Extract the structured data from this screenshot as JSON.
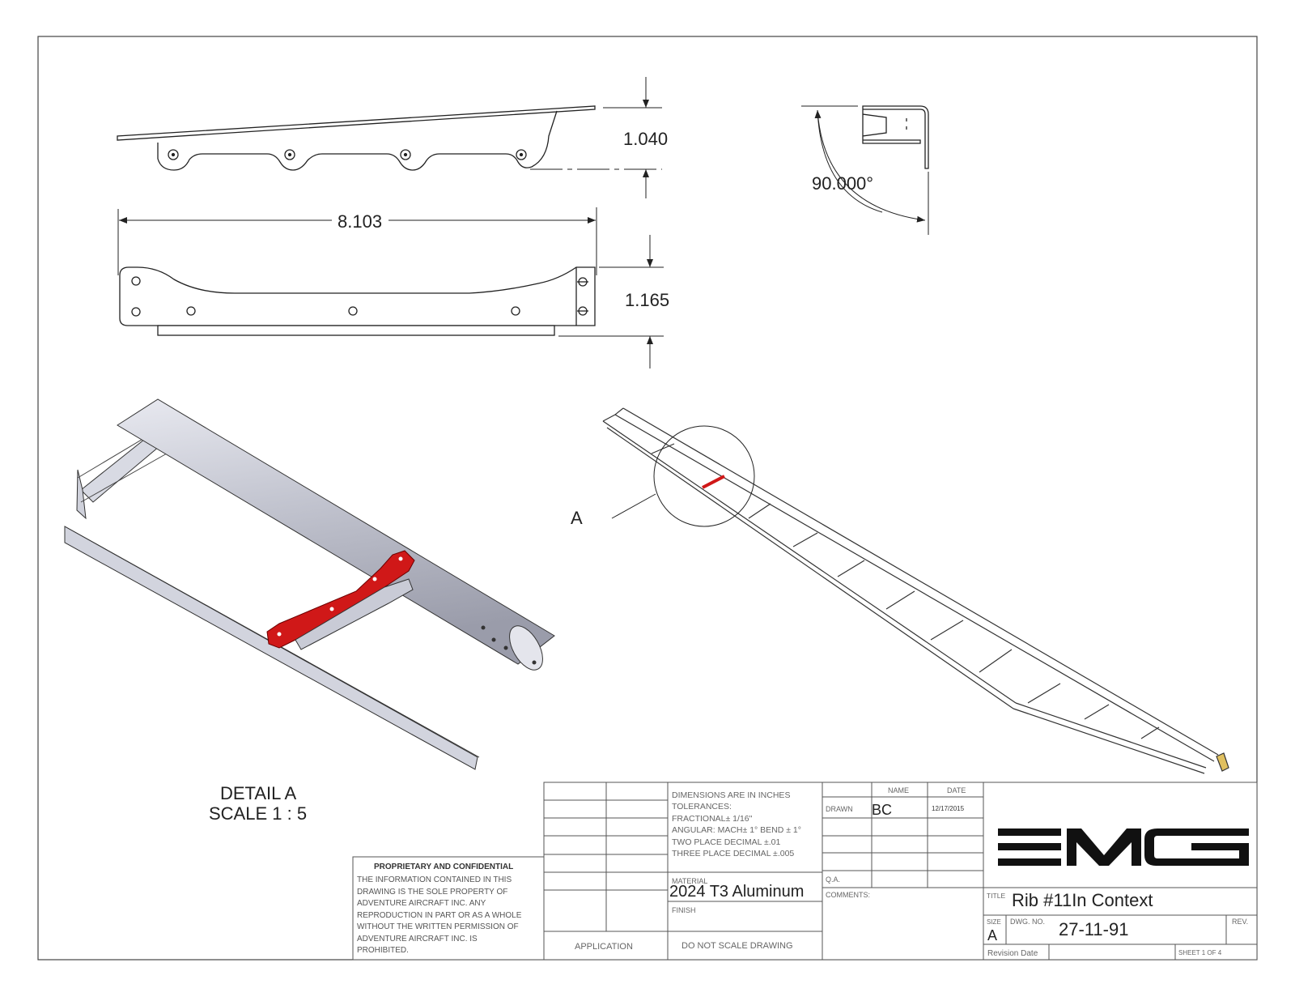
{
  "dimensions": {
    "height_side": "1.040",
    "angle": "90.000°",
    "length": "8.103",
    "height_plan": "1.165"
  },
  "detail": {
    "callout": "A",
    "label": "DETAIL A",
    "scale": "SCALE 1 : 5"
  },
  "title_block": {
    "tolerances": {
      "l1": "DIMENSIONS ARE IN INCHES",
      "l2": "TOLERANCES:",
      "l3": "FRACTIONAL± 1/16\"",
      "l4": "ANGULAR: MACH± 1°  BEND ± 1°",
      "l5": "TWO PLACE DECIMAL    ±.01",
      "l6": "THREE PLACE DECIMAL   ±.005"
    },
    "name_header": "NAME",
    "date_header": "DATE",
    "drawn_label": "DRAWN",
    "drawn_name": "BC",
    "drawn_date": "12/17/2015",
    "qa_label": "Q.A.",
    "comments_label": "COMMENTS:",
    "material_label": "MATERIAL",
    "material": "2024 T3 Aluminum",
    "finish_label": "FINISH",
    "application_label": "APPLICATION",
    "do_not_scale": "DO  NOT  SCALE  DRAWING",
    "logo": "EMG",
    "title_label": "TITLE",
    "title": "Rib #11In Context",
    "size_label": "SIZE",
    "size": "A",
    "dwg_label": "DWG.  NO.",
    "dwg_no": "27-11-91",
    "rev_label": "REV.",
    "revision_date_label": "Revision Date",
    "sheet": "SHEET 1 OF 4"
  },
  "proprietary": {
    "heading": "PROPRIETARY AND CONFIDENTIAL",
    "l1": "THE INFORMATION CONTAINED IN THIS",
    "l2": "DRAWING IS THE SOLE PROPERTY OF",
    "l3": "ADVENTURE AIRCRAFT INC.  ANY",
    "l4": "REPRODUCTION IN PART OR AS A WHOLE",
    "l5": "WITHOUT THE WRITTEN PERMISSION OF",
    "l6": "ADVENTURE AIRCRAFT INC. IS",
    "l7": "PROHIBITED."
  },
  "colors": {
    "highlight": "#d01818",
    "metal": "#c9cbd6",
    "line": "#222222"
  }
}
